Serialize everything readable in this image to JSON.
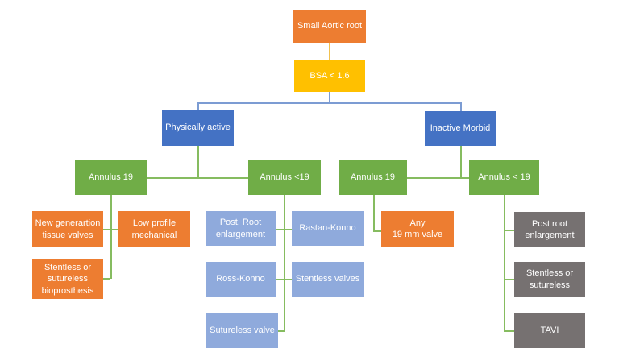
{
  "colors": {
    "orange": "#ED7D31",
    "gold": "#FFC000",
    "blue": "#4472C4",
    "lightblue": "#8FAADC",
    "green": "#70AD47",
    "grey": "#767171",
    "line_gold": "#F2C14E",
    "line_blue": "#7C9CD3",
    "line_green": "#86BC60"
  },
  "nodes": {
    "root": {
      "label": "Small Aortic root"
    },
    "bsa": {
      "label": "BSA < 1.6"
    },
    "physically_active": {
      "label": "Physically active"
    },
    "inactive_morbid": {
      "label": "Inactive Morbid"
    },
    "annulus19_left": {
      "label": "Annulus 19"
    },
    "annulus_lt19_mid": {
      "label": "Annulus <19"
    },
    "annulus19_right": {
      "label": "Annulus 19"
    },
    "annulus_lt19_right": {
      "label": "Annulus < 19"
    },
    "new_generation": {
      "label": "New generartion tissue valves"
    },
    "low_profile": {
      "label": "Low profile mechanical"
    },
    "stentless_bioprosthesis": {
      "label": "Stentless or sutureless bioprosthesis"
    },
    "post_root_enlargement": {
      "label": "Post. Root enlargement"
    },
    "rastan_konno": {
      "label": "Rastan-Konno"
    },
    "ross_konno": {
      "label": "Ross-Konno"
    },
    "stentless_valves": {
      "label": "Stentless valves"
    },
    "sutureless_valve": {
      "label": "Sutureless valve"
    },
    "any_19mm": {
      "label": "Any\n19 mm valve"
    },
    "post_root_enlargement_grey": {
      "label": "Post root enlargement"
    },
    "stentless_sutureless_grey": {
      "label": "Stentless or sutureless"
    },
    "tavi": {
      "label": "TAVI"
    }
  }
}
